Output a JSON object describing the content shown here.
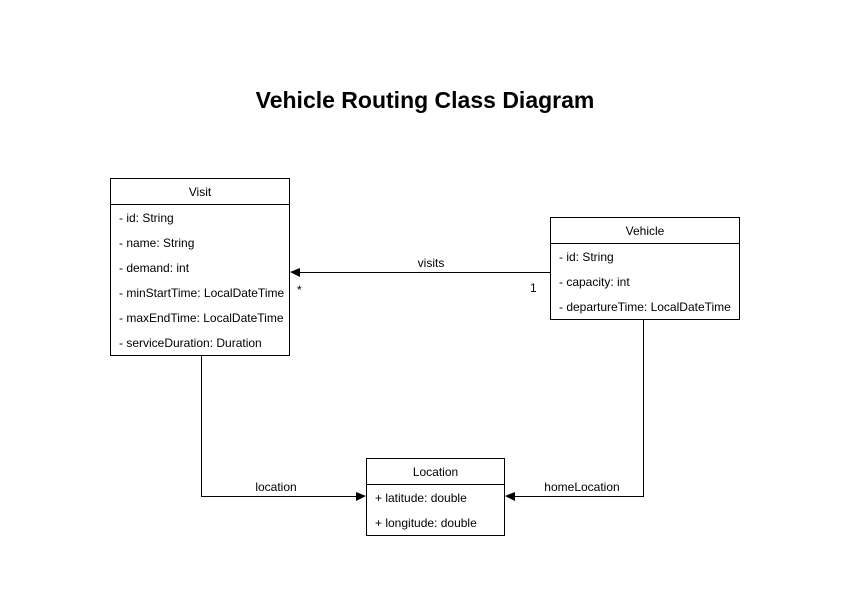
{
  "page": {
    "title": "Vehicle Routing Class Diagram"
  },
  "classes": [
    {
      "name": "Visit",
      "attributes": [
        "- id: String",
        "- name: String",
        "- demand: int",
        "- minStartTime: LocalDateTime",
        "- maxEndTime: LocalDateTime",
        "- serviceDuration: Duration"
      ]
    },
    {
      "name": "Vehicle",
      "attributes": [
        "- id: String",
        "- capacity: int",
        "- departureTime: LocalDateTime"
      ]
    },
    {
      "name": "Location",
      "attributes": [
        "+ latitude: double",
        "+ longitude: double"
      ]
    }
  ],
  "relationships": [
    {
      "label": "visits",
      "from": "Vehicle",
      "to": "Visit",
      "source_multiplicity": "1",
      "target_multiplicity": "*"
    },
    {
      "label": "location",
      "from": "Visit",
      "to": "Location"
    },
    {
      "label": "homeLocation",
      "from": "Vehicle",
      "to": "Location"
    }
  ],
  "colors": {
    "background": "#ffffff",
    "box_fill": "#ffffff",
    "line": "#000000",
    "text": "#000000"
  }
}
